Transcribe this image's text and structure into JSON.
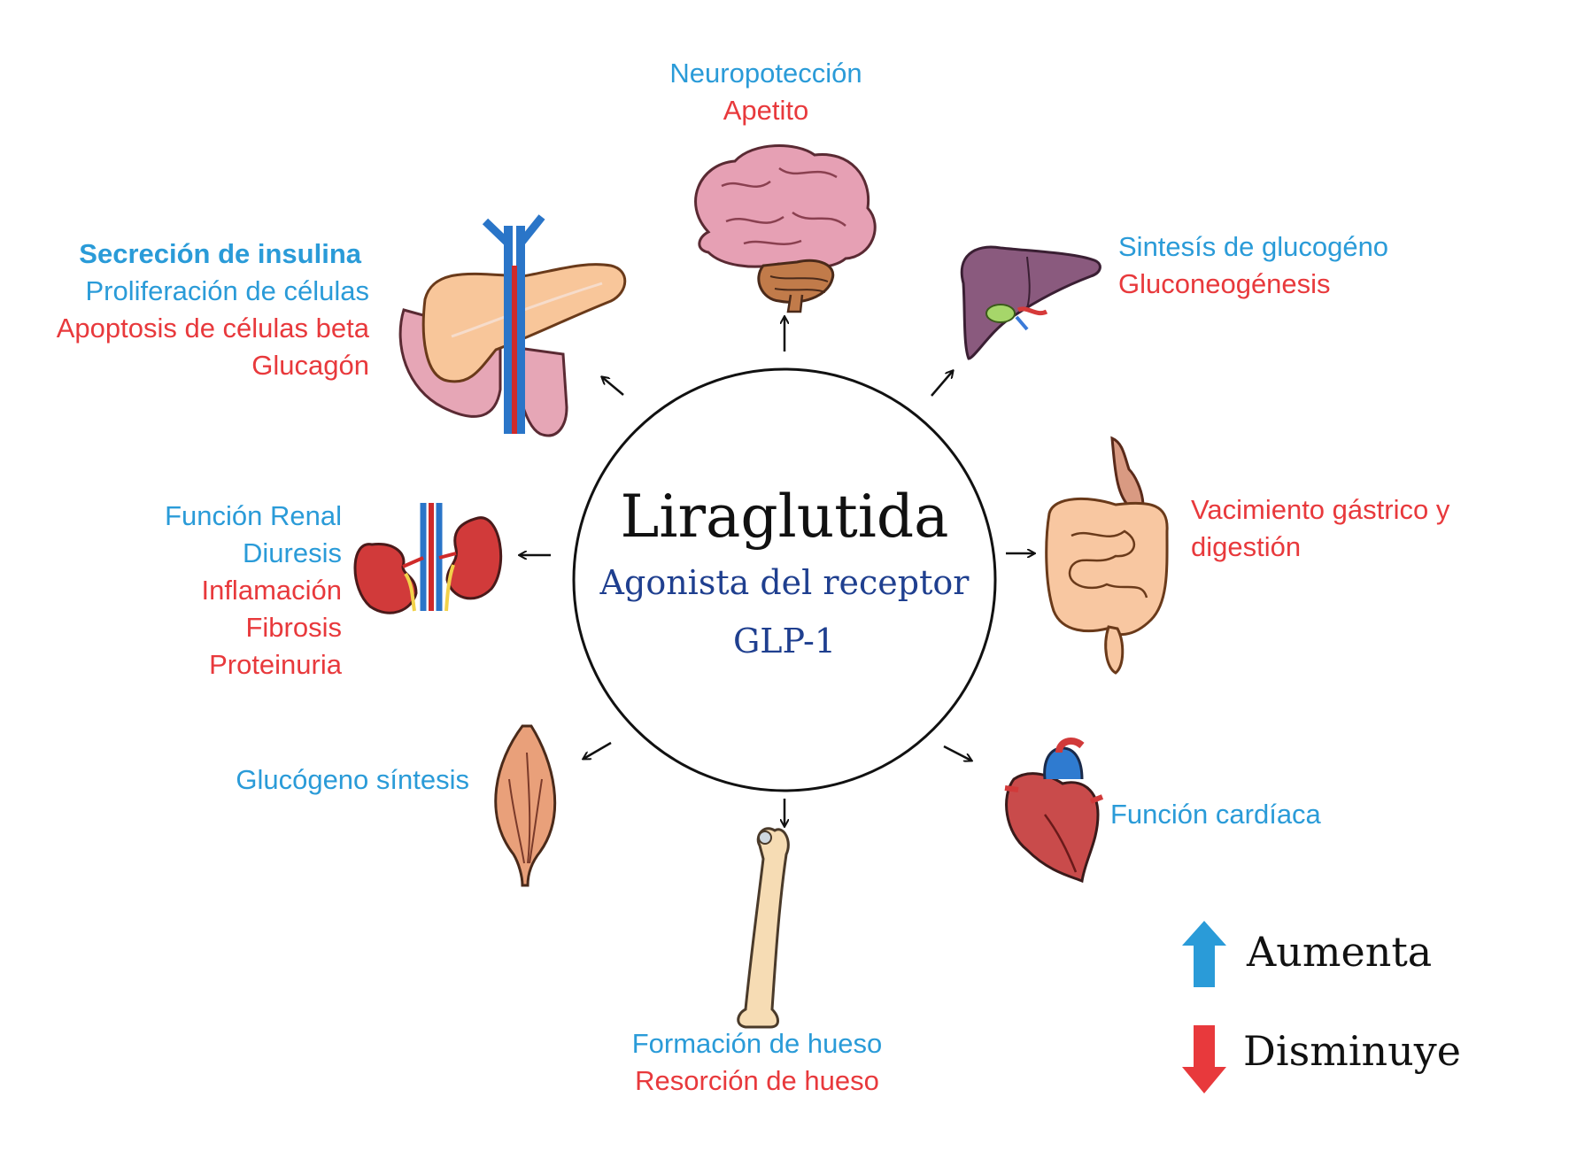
{
  "center": {
    "title": "Liraglutida",
    "subtitle_line1": "Agonista del receptor",
    "subtitle_line2": "GLP-1"
  },
  "organs": {
    "brain": {
      "icon": "brain-icon",
      "effects": [
        {
          "text": "Neuropotección",
          "direction": "up"
        },
        {
          "text": "Apetito",
          "direction": "down"
        }
      ]
    },
    "liver": {
      "icon": "liver-icon",
      "effects": [
        {
          "text": "Sintesís de glucogéno",
          "direction": "up"
        },
        {
          "text": "Gluconeogénesis",
          "direction": "down"
        }
      ]
    },
    "pancreas": {
      "icon": "pancreas-icon",
      "effects": [
        {
          "text": "Secreción de insulina",
          "direction": "up"
        },
        {
          "text": "Proliferación de células",
          "direction": "up"
        },
        {
          "text": "Apoptosis de células beta",
          "direction": "down"
        },
        {
          "text": "Glucagón",
          "direction": "down"
        }
      ]
    },
    "kidney": {
      "icon": "kidney-icon",
      "effects": [
        {
          "text": "Función Renal",
          "direction": "up"
        },
        {
          "text": "Diuresis",
          "direction": "up"
        },
        {
          "text": "Inflamación",
          "direction": "down"
        },
        {
          "text": "Fibrosis",
          "direction": "down"
        },
        {
          "text": "Proteinuria",
          "direction": "down"
        }
      ]
    },
    "intestine": {
      "icon": "intestine-icon",
      "effects": [
        {
          "text": "Vacimiento gástrico y",
          "direction": "down"
        },
        {
          "text": "digestión",
          "direction": "down"
        }
      ]
    },
    "muscle": {
      "icon": "muscle-icon",
      "effects": [
        {
          "text": "Glucógeno síntesis",
          "direction": "up"
        }
      ]
    },
    "heart": {
      "icon": "heart-icon",
      "effects": [
        {
          "text": "Función cardíaca",
          "direction": "up"
        }
      ]
    },
    "bone": {
      "icon": "bone-icon",
      "effects": [
        {
          "text": "Formación de hueso",
          "direction": "up"
        },
        {
          "text": "Resorción de hueso",
          "direction": "down"
        }
      ]
    }
  },
  "legend": {
    "up_label": "Aumenta",
    "down_label": "Disminuye",
    "up_icon": "up-arrow-icon",
    "down_icon": "down-arrow-icon"
  },
  "colors": {
    "increase": "#2a9bd8",
    "decrease": "#e8393c",
    "subtitle": "#1f3f8f"
  }
}
